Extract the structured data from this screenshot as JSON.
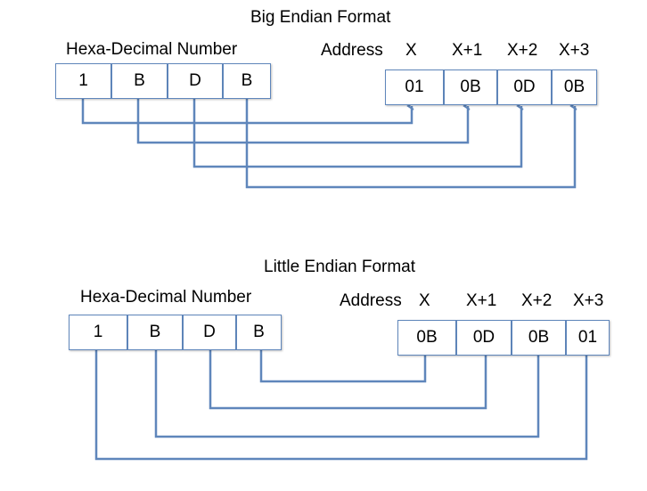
{
  "big_endian": {
    "title": "Big Endian Format",
    "hex_label": "Hexa-Decimal Number",
    "address_label": "Address",
    "addresses": [
      "X",
      "X+1",
      "X+2",
      "X+3"
    ],
    "hex_digits": [
      "1",
      "B",
      "D",
      "B"
    ],
    "memory": [
      "01",
      "0B",
      "0D",
      "0B"
    ]
  },
  "little_endian": {
    "title": "Little Endian Format",
    "hex_label": "Hexa-Decimal Number",
    "address_label": "Address",
    "addresses": [
      "X",
      "X+1",
      "X+2",
      "X+3"
    ],
    "hex_digits": [
      "1",
      "B",
      "D",
      "B"
    ],
    "memory": [
      "0B",
      "0D",
      "0B",
      "01"
    ]
  },
  "colors": {
    "wire": "#5f86bb",
    "border": "#5f86bb"
  }
}
